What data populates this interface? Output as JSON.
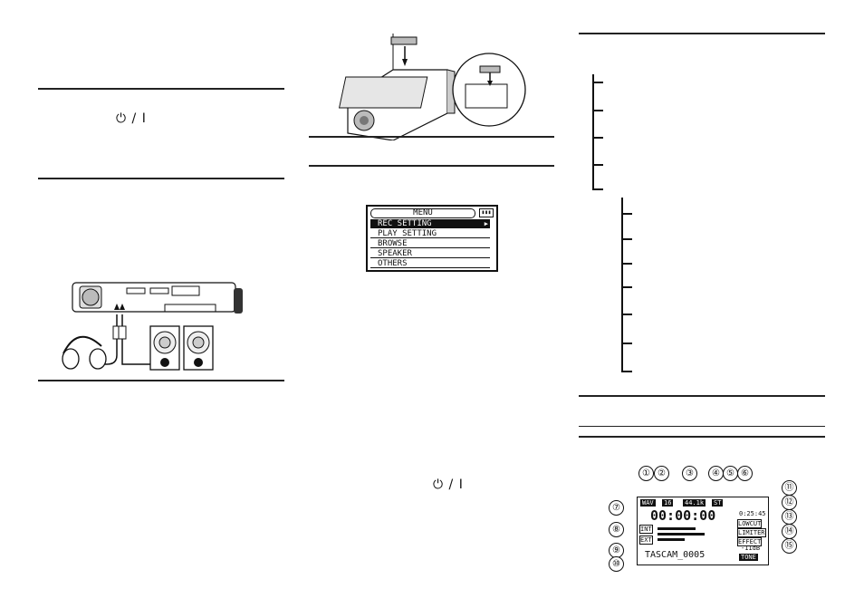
{
  "left_column": {
    "power_symbol": "⏻ / I"
  },
  "middle_column": {
    "power_symbol": "⏻ / I",
    "menu_screen": {
      "title": "MENU",
      "battery": "▮▮▮",
      "items": [
        "REC SETTING",
        "PLAY SETTING",
        "BROWSE",
        "SPEAKER",
        "OTHERS"
      ]
    }
  },
  "right_column": {
    "display": {
      "format": "WAV",
      "bit_depth": "16",
      "sample_rate": "44.1k",
      "channels": "ST",
      "time": "00:00:00",
      "remaining": "0:25:45",
      "file_name": "TASCAM_0005",
      "lowcut": "LOWCUT",
      "limiter": "LIMITER",
      "effect": "EFFECT",
      "level": "-11dB",
      "tone": "TONE",
      "int": "INT",
      "ext": "EXT",
      "callouts": [
        "①",
        "②",
        "③",
        "④",
        "⑤",
        "⑥",
        "⑦",
        "⑧",
        "⑨",
        "⑩",
        "⑪",
        "⑫",
        "⑬",
        "⑭",
        "⑮"
      ]
    }
  }
}
